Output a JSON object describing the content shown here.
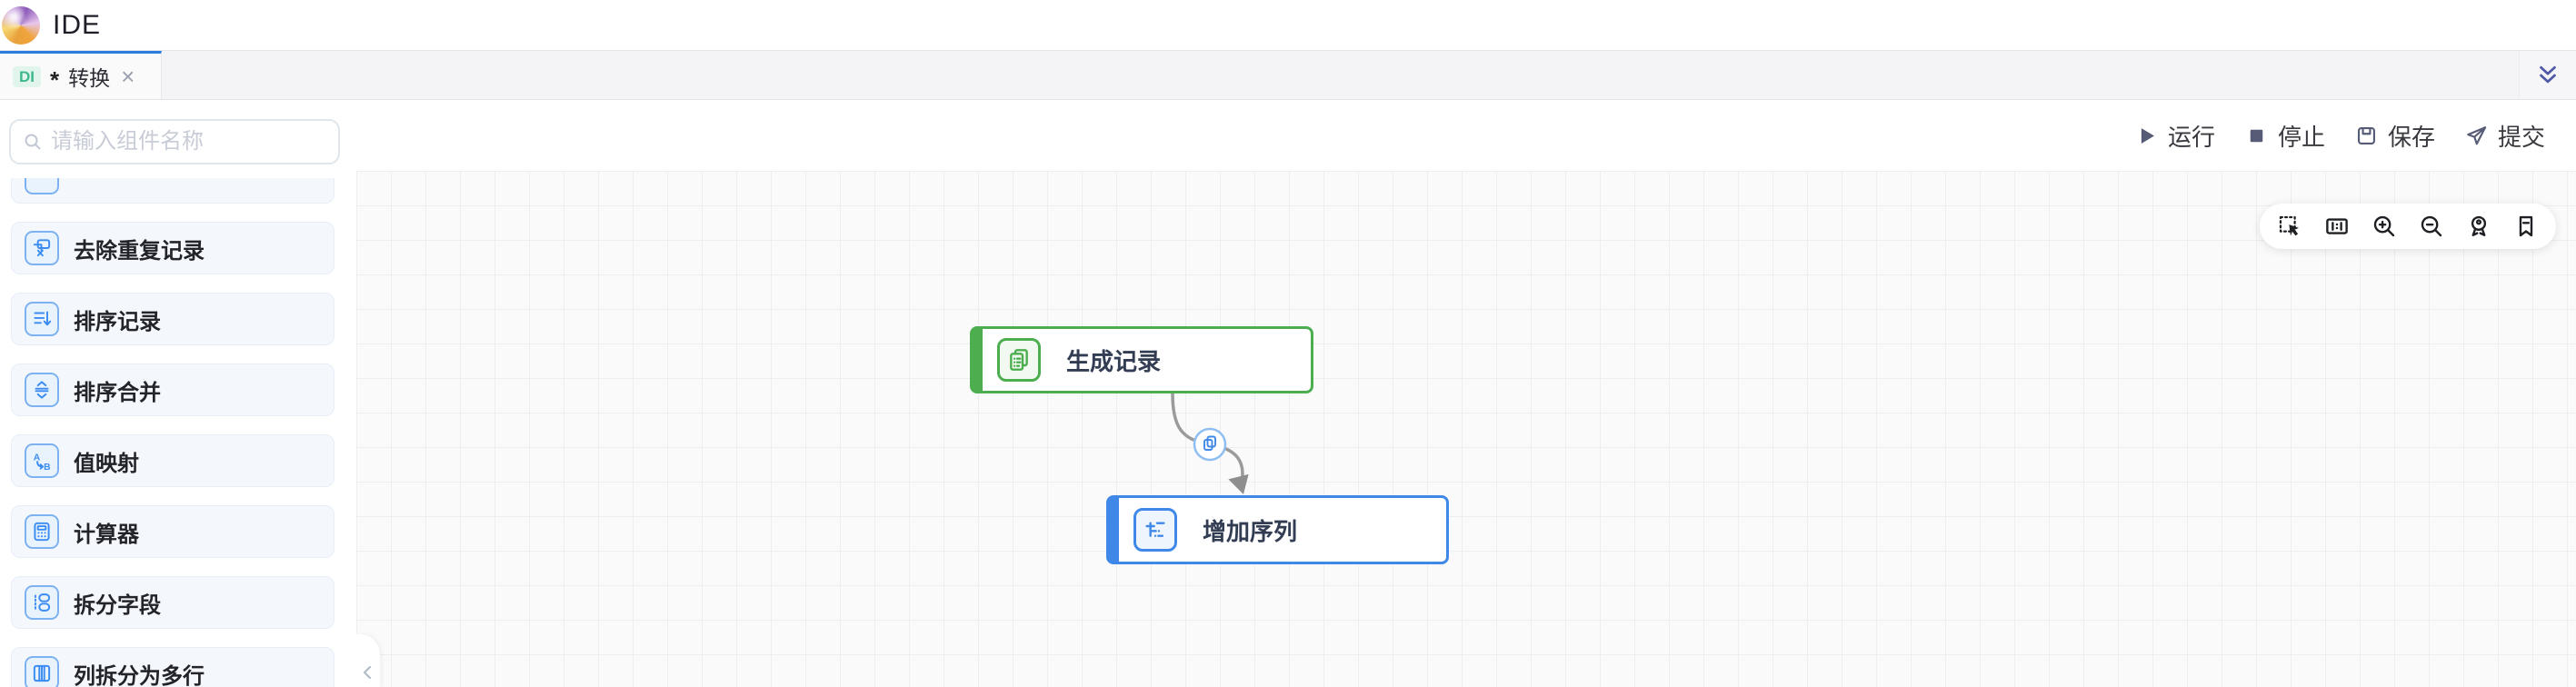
{
  "header": {
    "title": "IDE"
  },
  "tab_bar": {
    "active_tab": {
      "badge": "DI",
      "dirty_marker": "*",
      "label": "转换",
      "close_glyph": "×"
    },
    "collapse_icon": "chevron-double-down"
  },
  "sidebar": {
    "search": {
      "placeholder": "请输入组件名称",
      "icon": "search-icon"
    },
    "items": [
      {
        "label": "",
        "icon": "unknown-icon",
        "partial": true
      },
      {
        "label": "去除重复记录",
        "icon": "dedupe-icon"
      },
      {
        "label": "排序记录",
        "icon": "sort-records-icon"
      },
      {
        "label": "排序合并",
        "icon": "sort-merge-icon"
      },
      {
        "label": "值映射",
        "icon": "value-map-icon"
      },
      {
        "label": "计算器",
        "icon": "calculator-icon"
      },
      {
        "label": "拆分字段",
        "icon": "split-field-icon"
      },
      {
        "label": "列拆分为多行",
        "icon": "column-split-icon"
      }
    ]
  },
  "toolbar": {
    "buttons": [
      {
        "label": "运行",
        "icon": "play-icon"
      },
      {
        "label": "停止",
        "icon": "stop-icon"
      },
      {
        "label": "保存",
        "icon": "save-icon"
      },
      {
        "label": "提交",
        "icon": "send-icon"
      }
    ]
  },
  "canvas": {
    "tools": [
      "marquee-select-icon",
      "ratio-1-1-icon",
      "zoom-in-icon",
      "zoom-out-icon",
      "medal-locate-icon",
      "bookmark-icon"
    ],
    "nodes": [
      {
        "label": "生成记录",
        "accent": "#4cae4f",
        "icon": "generate-records-icon"
      },
      {
        "label": "增加序列",
        "accent": "#3f88e8",
        "icon": "add-sequence-icon"
      }
    ],
    "edge": {
      "from": "生成记录",
      "to": "增加序列",
      "badge_icon": "copy-icon"
    },
    "collapse_glyph": "chevron-left"
  },
  "colors": {
    "accent_blue": "#2b7de0",
    "badge_teal": "#3cb98a",
    "node_green": "#4cae4f",
    "node_blue": "#3f88e8",
    "grid_line": "#edeef1",
    "toolbar_icon": "#565b76"
  }
}
